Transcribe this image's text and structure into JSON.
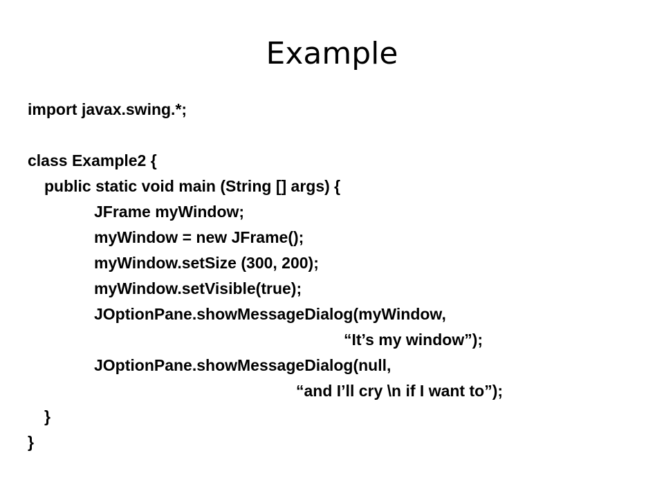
{
  "slide": {
    "title": "Example",
    "code_lines": [
      {
        "text": "import javax.swing.*;",
        "indent": 0
      },
      {
        "text": "",
        "indent": 0
      },
      {
        "text": "class Example2 {",
        "indent": 0
      },
      {
        "text": "public static void main (String [] args) {",
        "indent": 1
      },
      {
        "text": "JFrame myWindow;",
        "indent": 2
      },
      {
        "text": "myWindow = new JFrame();",
        "indent": 2
      },
      {
        "text": "myWindow.setSize (300, 200);",
        "indent": 2
      },
      {
        "text": "myWindow.setVisible(true);",
        "indent": 2
      },
      {
        "text": "JOptionPane.showMessageDialog(myWindow,",
        "indent": 2
      },
      {
        "text": "“It’s my window”);",
        "indent": 4
      },
      {
        "text": "JOptionPane.showMessageDialog(null,",
        "indent": 2
      },
      {
        "text": "“and I’ll cry \\n if I want to”);",
        "indent": 3
      },
      {
        "text": "}",
        "indent": 1
      },
      {
        "text": "}",
        "indent": 0
      }
    ],
    "colors": {
      "background": "#ffffff",
      "text": "#000000"
    }
  }
}
